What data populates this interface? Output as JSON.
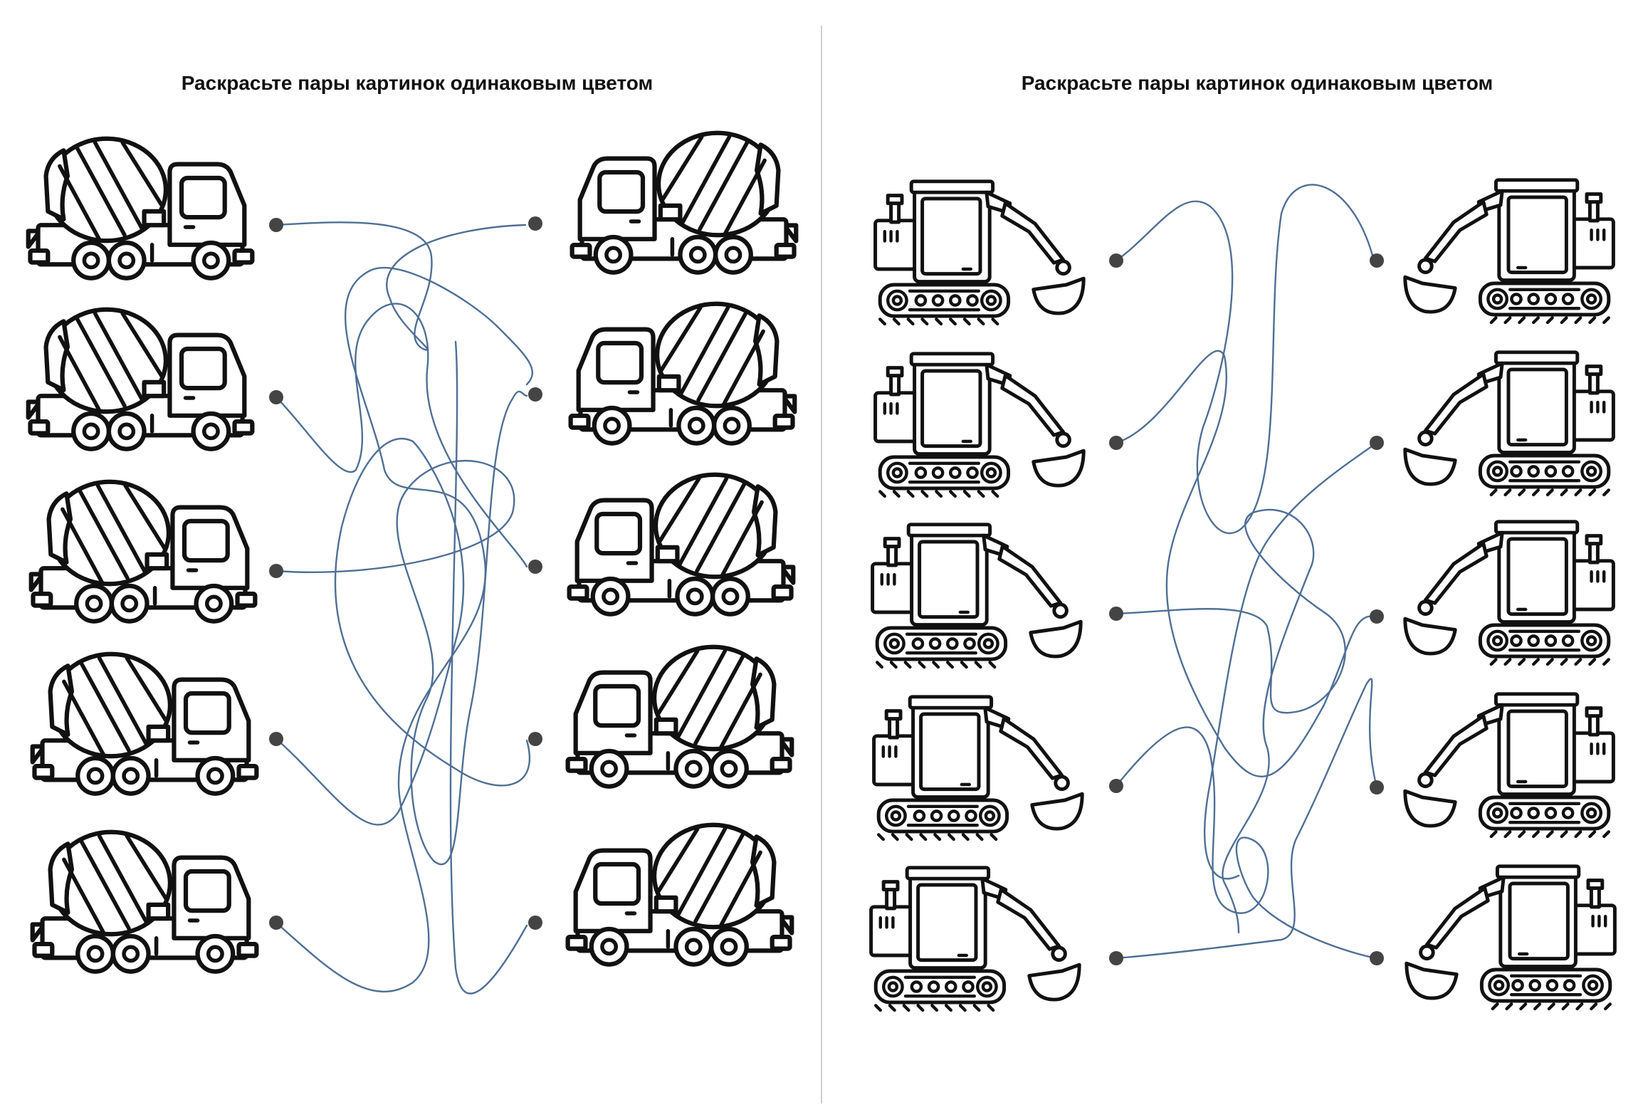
{
  "pages": [
    {
      "title": "Раскрасьте пары картинок одинаковым цветом",
      "vehicle": "concrete-mixer"
    },
    {
      "title": "Раскрасьте пары картинок одинаковым цветом",
      "vehicle": "excavator"
    }
  ],
  "colors": {
    "line": "#4f6f95",
    "dot": "#444444",
    "divider": "#cfcfcf",
    "outline": "#111111"
  }
}
